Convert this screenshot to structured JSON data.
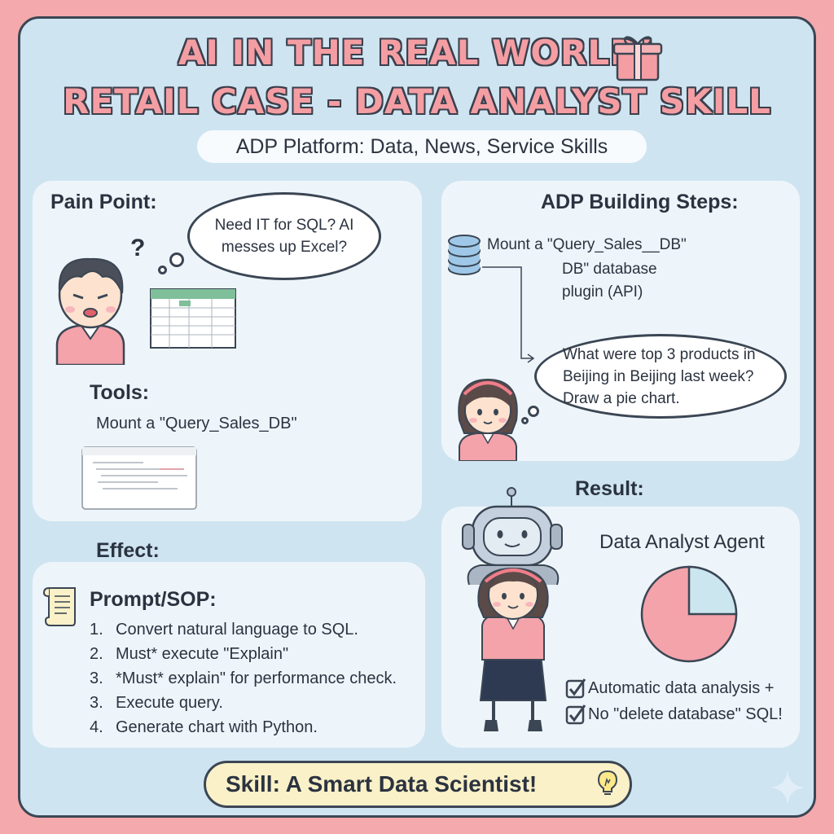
{
  "header": {
    "title_line1": "AI IN THE REAL WORLD!",
    "title_line2": "RETAIL CASE - DATA ANALYST SKILL",
    "subtitle": "ADP Platform: Data, News, Service Skills"
  },
  "pain_point": {
    "heading": "Pain Point:",
    "bubble": "Need IT for SQL? AI messes up Excel?",
    "question_mark": "?"
  },
  "tools": {
    "heading": "Tools:",
    "text": "Mount a \"Query_Sales_DB\""
  },
  "building_steps": {
    "heading": "ADP Building Steps:",
    "step_line1": "Mount a \"Query_Sales__DB\"",
    "step_line2": "DB\" database",
    "step_line3": "plugin (API)",
    "bubble": "What were top 3 products in Beijing in Beijing last week? Draw a pie chart."
  },
  "effect": {
    "heading": "Effect:",
    "prompt_heading": "Prompt/SOP:",
    "steps": [
      {
        "num": "1.",
        "text": "Convert natural language to SQL."
      },
      {
        "num": "2.",
        "text": "Must* execute \"Explain\""
      },
      {
        "num": "3.",
        "text": "*Must* explain\" for performance check."
      },
      {
        "num": "3.",
        "text": "Execute query."
      },
      {
        "num": "4.",
        "text": "Generate chart with Python."
      }
    ]
  },
  "result": {
    "heading": "Result:",
    "agent_label": "Data Analyst Agent",
    "check1": "Automatic data analysis +",
    "check2": "No \"delete database\" SQL!",
    "pie_share": 0.25
  },
  "footer": {
    "skill": "Skill: A Smart Data Scientist!"
  },
  "colors": {
    "background": "#f4a9ad",
    "frame": "#cfe4f1",
    "title": "#f49ea3",
    "pie_main": "#f4a3aa",
    "pie_slice": "#cbe6ef",
    "footer": "#fbf1c8"
  }
}
